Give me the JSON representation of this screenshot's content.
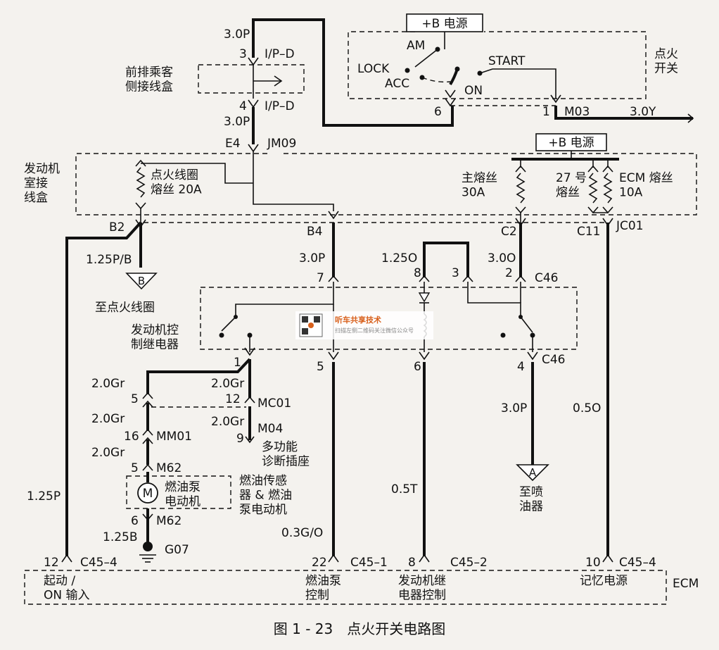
{
  "caption": "图 1 - 23　点火开关电路图",
  "supply_top": "+B 电源",
  "supply_mid": "+B 电源",
  "ignition_switch": {
    "name": "点火\n开关",
    "am": "AM",
    "lock": "LOCK",
    "acc": "ACC",
    "on": "ON",
    "start": "START",
    "pin_left": "6",
    "pin_right": "1",
    "connector": "M03",
    "out_wire": "3.0Y"
  },
  "front_junction": {
    "name": "前排乘客\n侧接线盒",
    "wire_top": "3.0P",
    "pin_top": "3",
    "conn_top": "I/P–D",
    "pin_bottom": "4",
    "conn_bottom": "I/P–D",
    "wire_bottom": "3.0P"
  },
  "engine_junction": {
    "name": "发动机\n室接\n线盒",
    "e4": "E4",
    "jm09": "JM09",
    "fuse_ign": "点火线圈\n熔丝 20A",
    "fuse_main": "主熔丝\n30A",
    "fuse_27": "27 号\n熔丝",
    "fuse_ecm": "ECM 熔丝\n10A",
    "b2": "B2",
    "b4": "B4",
    "c2": "C2",
    "c11": "C11",
    "jc01": "JC01"
  },
  "coil": {
    "wire": "1.25P/B",
    "marker": "B",
    "label": "至点火线圈"
  },
  "relay": {
    "name": "发动机控\n制继电器",
    "wire_b4": "3.0P",
    "wire_8": "1.25O",
    "wire_c2": "3.0O",
    "pin7": "7",
    "pin8": "8",
    "pin3": "3",
    "pin2": "2",
    "c46_top": "C46",
    "pin1": "1",
    "pin5": "5",
    "pin6": "6",
    "pin4": "4",
    "c46_bottom": "C46"
  },
  "pump_path": {
    "w1": "2.0Gr",
    "p5": "5",
    "w2": "2.0Gr",
    "p16": "16",
    "mm01": "MM01",
    "w3": "2.0Gr",
    "p5b": "5",
    "m62a": "M62",
    "motor_name": "燃油泵\n电动机",
    "motor_symbol": "M",
    "p6": "6",
    "m62b": "M62",
    "w4": "1.25B",
    "ground": "G07"
  },
  "diag_path": {
    "w1": "2.0Gr",
    "p12": "12",
    "mc01": "MC01",
    "w2": "2.0Gr",
    "m04": "M04",
    "p9": "9",
    "label": "多功能\n诊断插座",
    "note": "燃油传感\n器 & 燃油\n泵电动机"
  },
  "injector": {
    "wire": "3.0P",
    "marker": "A",
    "label": "至喷\n油器"
  },
  "wires": {
    "start_feed": "1.25P",
    "pump_ctrl": "0.3G/O",
    "relay_ctrl": "0.5T",
    "memory": "0.5O"
  },
  "ecm": {
    "name": "ECM",
    "p12": "12",
    "c45_4a": "C45–4",
    "p22": "22",
    "c45_1": "C45–1",
    "p8": "8",
    "c45_2": "C45–2",
    "p10": "10",
    "c45_4b": "C45–4",
    "start_on": "起动 /\nON 输入",
    "pump_control": "燃油泵\n控制",
    "relay_control": "发动机继\n电器控制",
    "memory_power": "记忆电源"
  },
  "watermark": {
    "title": "听车共享技术",
    "subtitle": "扫描左侧二维码关注微信公众号"
  }
}
